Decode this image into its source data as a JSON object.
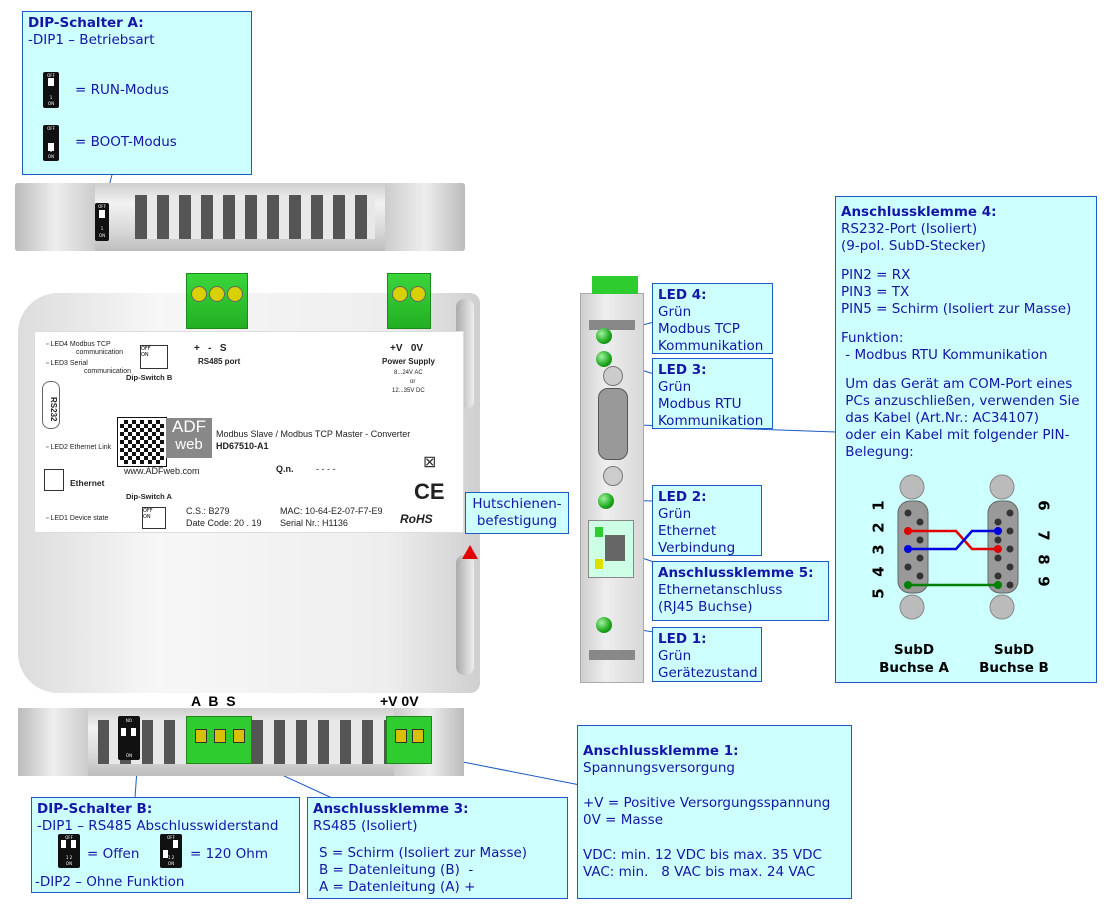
{
  "dip_a": {
    "title": "DIP-Schalter A:",
    "line1": "-DIP1 – Betriebsart",
    "run": "= RUN-Modus",
    "boot": "= BOOT-Modus"
  },
  "dip_b": {
    "title": "DIP-Schalter B:",
    "line1": "-DIP1 – RS485 Abschlusswiderstand",
    "off": "= Offen",
    "ohm": "= 120 Ohm",
    "line2": "-DIP2 – Ohne Funktion"
  },
  "klemme3": {
    "title": "Anschlussklemme 3:",
    "sub": "RS485 (Isoliert)",
    "s": "S = Schirm (Isoliert zur Masse)",
    "b": "B = Datenleitung (B)  -",
    "a": "A = Datenleitung (A) +"
  },
  "klemme1": {
    "title": "Anschlussklemme 1:",
    "sub": "Spannungsversorgung",
    "v": "+V = Positive Versorgungsspannung",
    "gnd": "0V = Masse",
    "vdc": "VDC: min. 12 VDC bis max. 35 VDC",
    "vac": "VAC: min.   8 VAC bis max. 24 VAC"
  },
  "klemme4": {
    "title": "Anschlussklemme 4:",
    "l1": "RS232-Port (Isoliert)",
    "l2": "(9-pol. SubD-Stecker)",
    "p2": "PIN2 = RX",
    "p3": "PIN3 = TX",
    "p5": "PIN5 = Schirm (Isoliert zur Masse)",
    "f1": "Funktion:",
    "f2": " - Modbus RTU Kommunikation",
    "t1": " Um das Gerät am COM-Port eines",
    "t2": " PCs anzuschließen, verwenden Sie",
    "t3": " das Kabel (Art.Nr.: AC34107)",
    "t4": " oder ein Kabel mit folgender PIN-",
    "t5": " Belegung:",
    "subd_a1": "SubD",
    "subd_a2": "Buchse A",
    "subd_b1": "SubD",
    "subd_b2": "Buchse B",
    "pins_a": [
      "1",
      "2",
      "3",
      "4",
      "5"
    ],
    "pins_b": [
      "6",
      "7",
      "8",
      "9"
    ]
  },
  "klemme5": {
    "title": "Anschlussklemme 5:",
    "l1": "Ethernetanschluss",
    "l2": "(RJ45 Buchse)"
  },
  "leds": {
    "led4": {
      "title": "LED 4:",
      "l1": "Grün",
      "l2": "Modbus TCP",
      "l3": "Kommunikation"
    },
    "led3": {
      "title": "LED 3:",
      "l1": "Grün",
      "l2": "Modbus RTU",
      "l3": "Kommunikation"
    },
    "led2": {
      "title": "LED 2:",
      "l1": "Grün",
      "l2": "Ethernet",
      "l3": "Verbindung"
    },
    "led1": {
      "title": "LED 1:",
      "l1": "Grün",
      "l2": "Gerätezustand"
    }
  },
  "hutschiene": {
    "l1": "Hutschienen-",
    "l2": "befestigung"
  },
  "bottom_labels": {
    "abs": "A  B  S",
    "power": "+V 0V"
  },
  "device": {
    "led4": "LED4 Modbus TCP",
    "led4b": "communication",
    "led3": "LED3 Serial",
    "led3b": "communication",
    "led2": "LED2 Ethernet Link",
    "led1": "LED1 Device state",
    "rs232": "RS232",
    "ethernet": "Ethernet",
    "dipB": "Dip-Switch B",
    "dipA": "Dip-Switch A",
    "rs485_pins": "+   -   S",
    "rs485_port": "RS485 port",
    "power_pins": "+V   0V",
    "power_supply": "Power Supply",
    "ps1": "8...24V AC",
    "ps2": "or",
    "ps3": "12...35V DC",
    "product": "Modbus Slave / Modbus TCP Master - Converter",
    "model": "HD67510-A1",
    "url": "www.ADFweb.com",
    "qn": "Q.n.",
    "qn_val": "- - - -",
    "cs": "C.S.: B279",
    "date": "Date Code: 20 . 19",
    "mac": "MAC: 10-64-E2-07-F7-E9",
    "serial": "Serial Nr.: H1136",
    "logo1": "ADF",
    "logo2": "web",
    "ce": "CE",
    "rohs": "RoHS"
  },
  "colors": {
    "box_fill": "#ccfffd",
    "box_border": "#1c5cc4",
    "text": "#1515a8",
    "terminal": "#2ecc2e",
    "led": "#1aa51a",
    "tx": "#e00000",
    "rx": "#0000e0",
    "gnd": "#008000"
  }
}
